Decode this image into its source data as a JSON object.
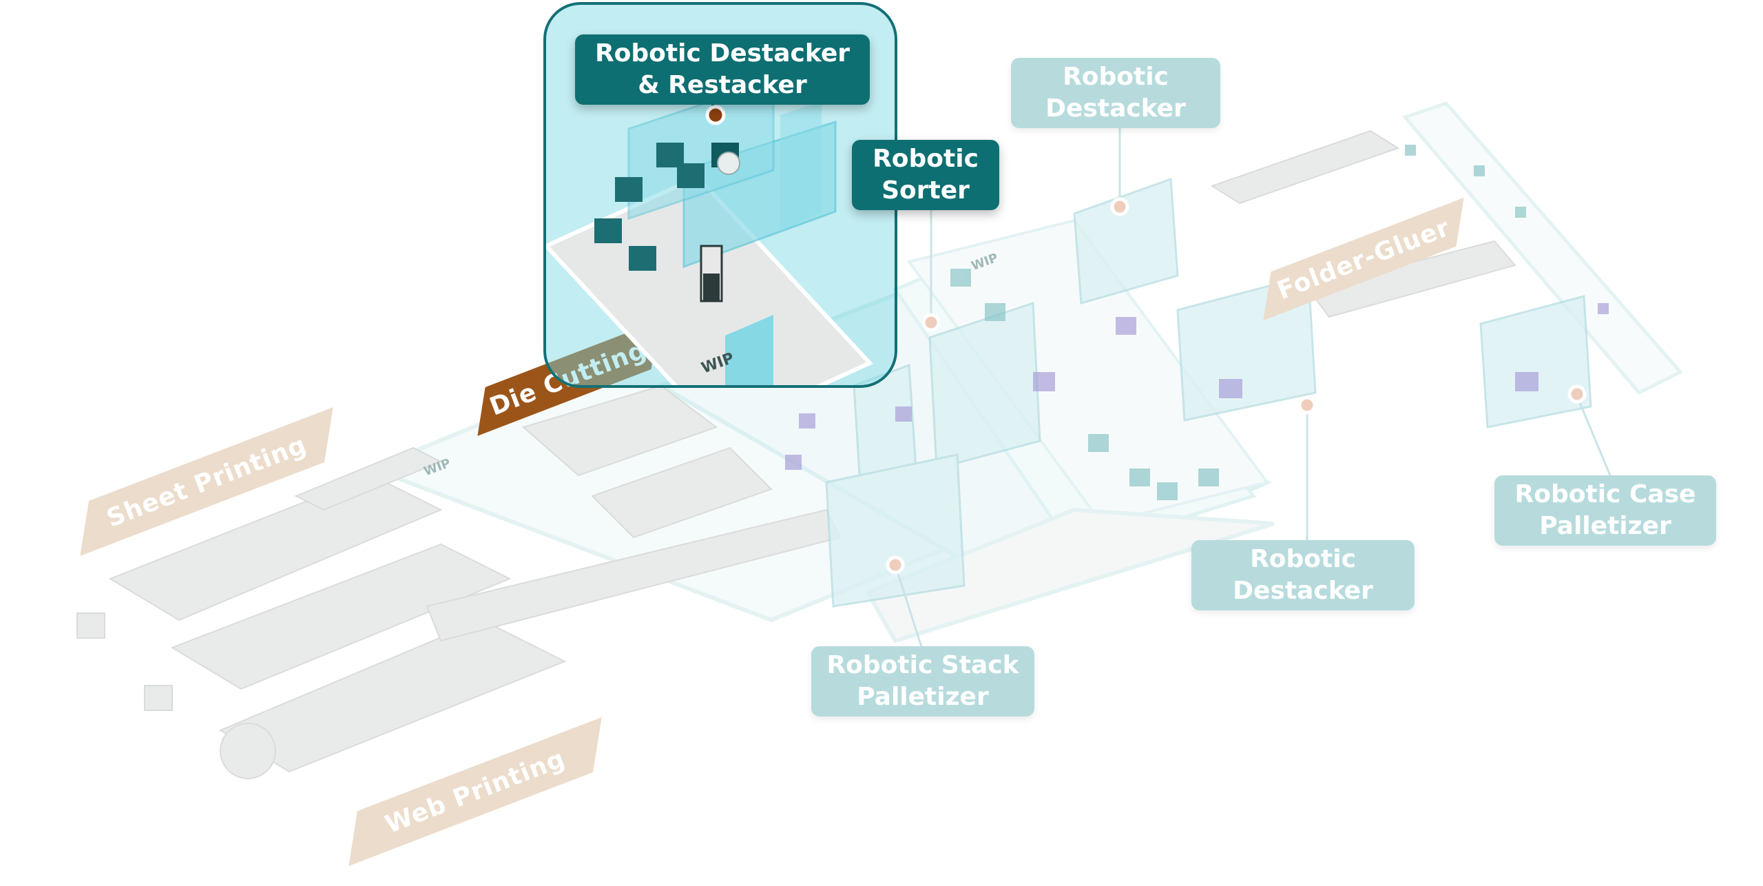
{
  "labels": {
    "destacker_restacker": "Robotic Destacker\n& Restacker",
    "sorter": "Robotic\nSorter",
    "destacker_top": "Robotic\nDestacker",
    "destacker_bottom": "Robotic\nDestacker",
    "case_palletizer": "Robotic Case\nPalletizer",
    "stack_palletizer": "Robotic Stack\nPalletizer"
  },
  "departments": {
    "die_cutting": "Die Cutting",
    "sheet_printing": "Sheet Printing",
    "web_printing": "Web Printing",
    "folder_gluer": "Folder-Gluer"
  },
  "wip": [
    "WIP",
    "WIP",
    "WIP"
  ],
  "colors": {
    "active_label": "#0e6f72",
    "dim_label": "#b7dbdd",
    "department_tag": "#ecdccb",
    "department_tag_active": "#9c5519",
    "focus_border": "#137075",
    "marker_active": "#8a3f0e",
    "marker_dim": "#efcdbc"
  }
}
